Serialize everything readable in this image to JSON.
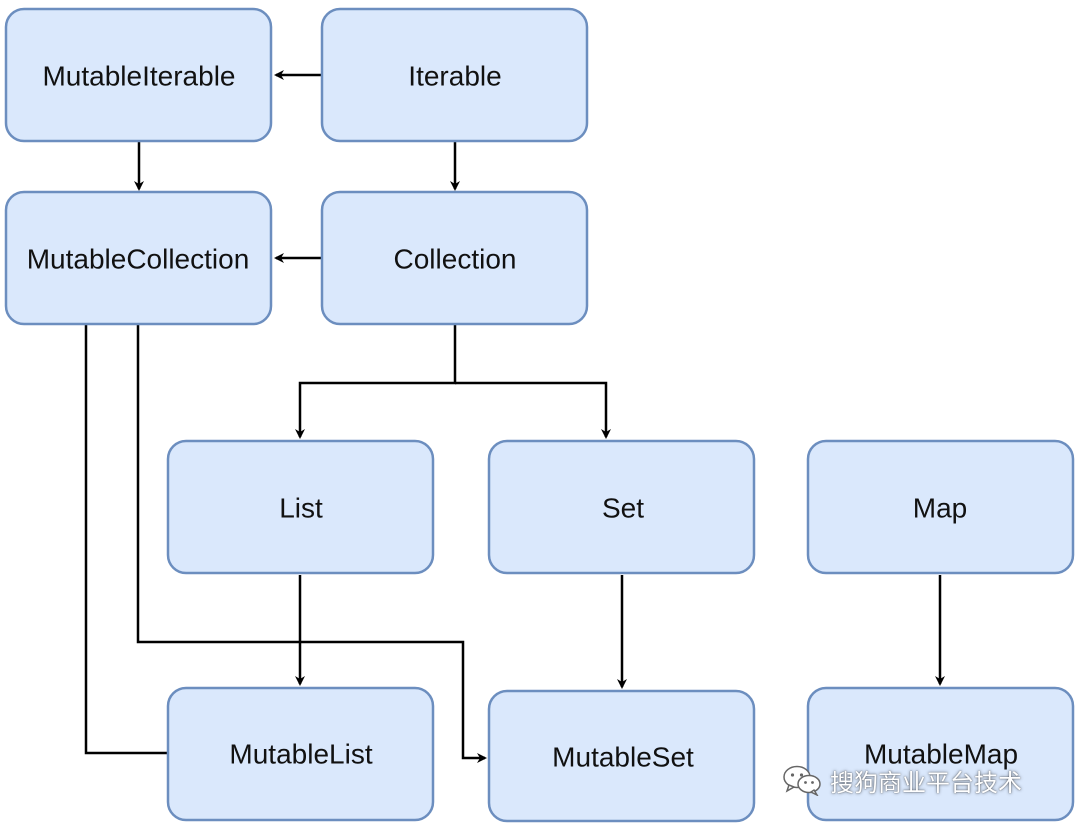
{
  "nodes": {
    "mutable_iterable": "MutableIterable",
    "iterable": "Iterable",
    "mutable_collection": "MutableCollection",
    "collection": "Collection",
    "list": "List",
    "set": "Set",
    "map": "Map",
    "mutable_list": "MutableList",
    "mutable_set": "MutableSet",
    "mutable_map": "MutableMap"
  },
  "edges": [
    {
      "from": "Iterable",
      "to": "MutableIterable"
    },
    {
      "from": "MutableIterable",
      "to": "MutableCollection"
    },
    {
      "from": "Iterable",
      "to": "Collection"
    },
    {
      "from": "Collection",
      "to": "MutableCollection"
    },
    {
      "from": "Collection",
      "to": "List"
    },
    {
      "from": "Collection",
      "to": "Set"
    },
    {
      "from": "List",
      "to": "MutableList"
    },
    {
      "from": "Set",
      "to": "MutableSet"
    },
    {
      "from": "Map",
      "to": "MutableMap"
    },
    {
      "from": "MutableCollection",
      "to": "MutableList"
    },
    {
      "from": "MutableCollection",
      "to": "MutableSet"
    }
  ],
  "colors": {
    "node_fill": "#dae8fc",
    "node_stroke": "#6c8ebf",
    "edge": "#000000"
  },
  "watermark": {
    "icon": "wechat-icon",
    "text": "搜狗商业平台技术"
  }
}
